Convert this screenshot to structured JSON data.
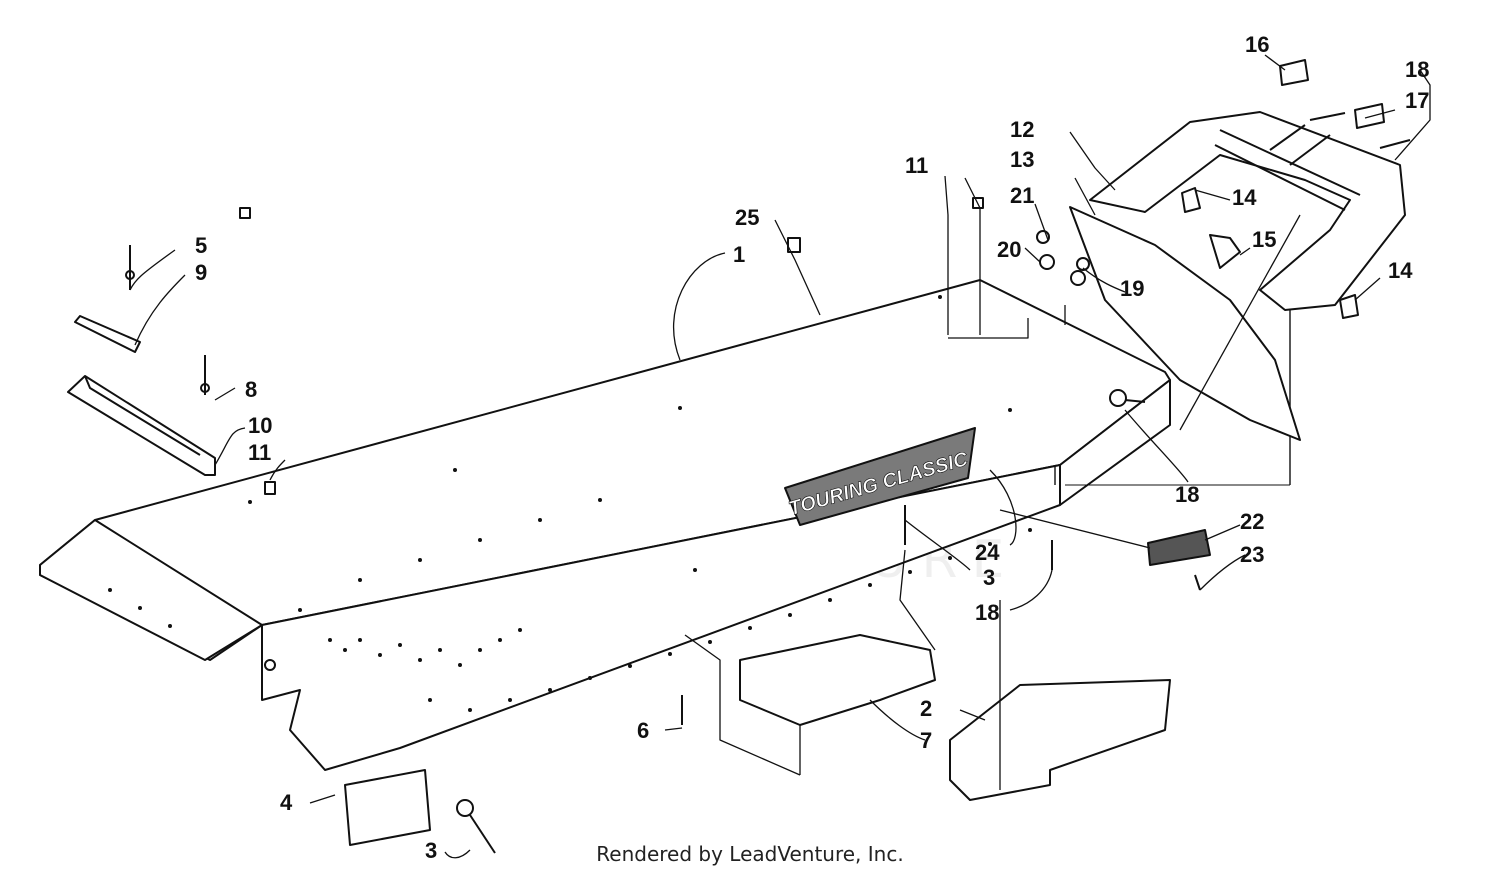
{
  "footer": {
    "credit": "Rendered by LeadVenture, Inc."
  },
  "watermark": {
    "text": "LEADVENTURE"
  },
  "decal": {
    "text": "TOURING CLASSIC"
  },
  "callouts": {
    "c1": "1",
    "c2": "2",
    "c3a": "3",
    "c3b": "3",
    "c4": "4",
    "c5": "5",
    "c6": "6",
    "c7": "7",
    "c8": "8",
    "c9": "9",
    "c10": "10",
    "c11a": "11",
    "c11b": "11",
    "c12": "12",
    "c13": "13",
    "c14a": "14",
    "c14b": "14",
    "c15": "15",
    "c16": "16",
    "c17": "17",
    "c18a": "18",
    "c18b": "18",
    "c18c": "18",
    "c19": "19",
    "c20": "20",
    "c21": "21",
    "c22": "22",
    "c23": "23",
    "c24": "24",
    "c25": "25"
  },
  "colors": {
    "line": "#111111",
    "decal_fill": "#7a7a7a",
    "watermark": "#cccccc"
  }
}
